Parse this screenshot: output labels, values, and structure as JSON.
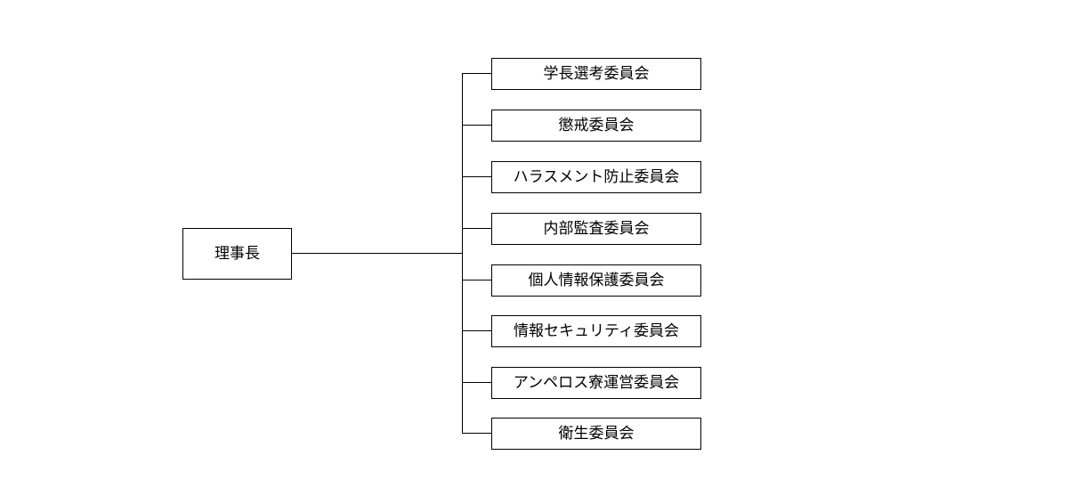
{
  "root": {
    "label": "理事長"
  },
  "committees": [
    {
      "label": "学長選考委員会"
    },
    {
      "label": "懲戒委員会"
    },
    {
      "label": "ハラスメント防止委員会"
    },
    {
      "label": "内部監査委員会"
    },
    {
      "label": "個人情報保護委員会"
    },
    {
      "label": "情報セキュリティ委員会"
    },
    {
      "label": "アンペロス寮運営委員会"
    },
    {
      "label": "衛生委員会"
    }
  ]
}
